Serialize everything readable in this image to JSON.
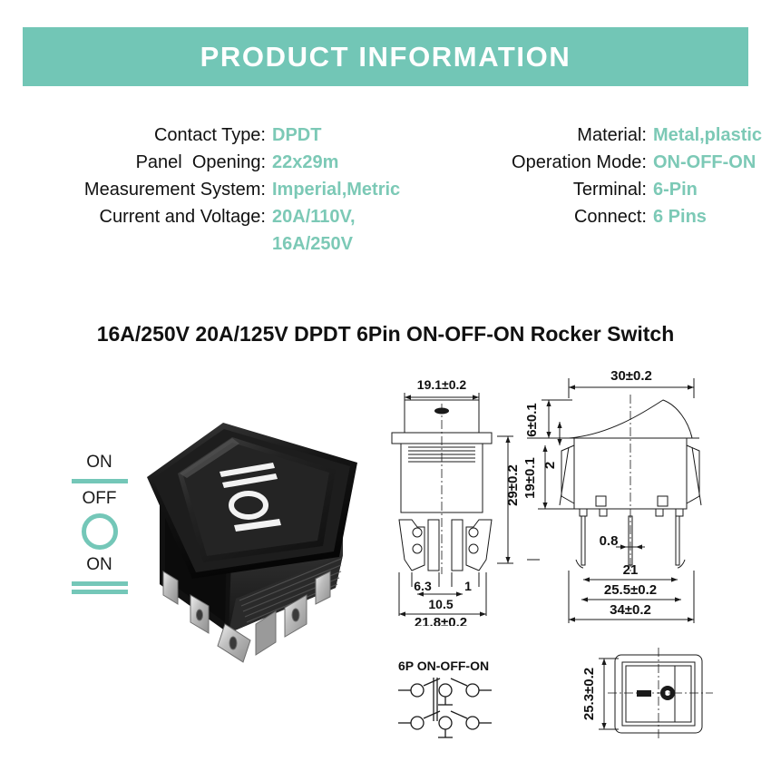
{
  "header": {
    "title": "PRODUCT INFORMATION",
    "band_color": "#72c6b6"
  },
  "theme": {
    "accent": "#72c6b6",
    "value_text": "#7cc9b6",
    "label_text": "#111111"
  },
  "specs": {
    "left": [
      {
        "label": "Contact Type:",
        "value": "DPDT"
      },
      {
        "label": "Panel  Opening:",
        "value": "22x29m"
      },
      {
        "label": "Measurement System:",
        "value": "Imperial,Metric"
      },
      {
        "label": "Current and Voltage:",
        "value": "20A/110V,"
      },
      {
        "label": "",
        "value": "16A/250V",
        "continuation": true
      }
    ],
    "right": [
      {
        "label": "Material:",
        "value": "Metal,plastic"
      },
      {
        "label": "Operation Mode:",
        "value": "ON-OFF-ON"
      },
      {
        "label": "Terminal:",
        "value": "6-Pin"
      },
      {
        "label": "Connect:",
        "value": "6 Pins"
      }
    ]
  },
  "product_title": "16A/250V 20A/125V DPDT 6Pin ON-OFF-ON Rocker Switch",
  "legend": {
    "items": [
      {
        "label": "ON",
        "symbol": "single-bar"
      },
      {
        "label": "OFF",
        "symbol": "circle"
      },
      {
        "label": "ON",
        "symbol": "double-bar"
      }
    ]
  },
  "drawings": {
    "front_view": {
      "dims": {
        "top_width": "19.1±0.2",
        "height": "29±0.2",
        "terminal_left": "6.3",
        "terminal_gap": "1",
        "terminal_span": "10.5",
        "body_width": "21.8±0.2"
      }
    },
    "side_view": {
      "dims": {
        "rocker_width": "30±0.2",
        "rocker_height": "6±0.1",
        "flange": "2",
        "body_height": "19±0.1",
        "pin_thickness": "0.8",
        "pin_span_inner": "21",
        "pin_span_outer": "25.5±0.2",
        "overall_width": "34±0.2"
      }
    },
    "wiring": {
      "title": "6P  ON-OFF-ON"
    },
    "cutout": {
      "dims": {
        "height": "25.3±0.2"
      }
    }
  }
}
